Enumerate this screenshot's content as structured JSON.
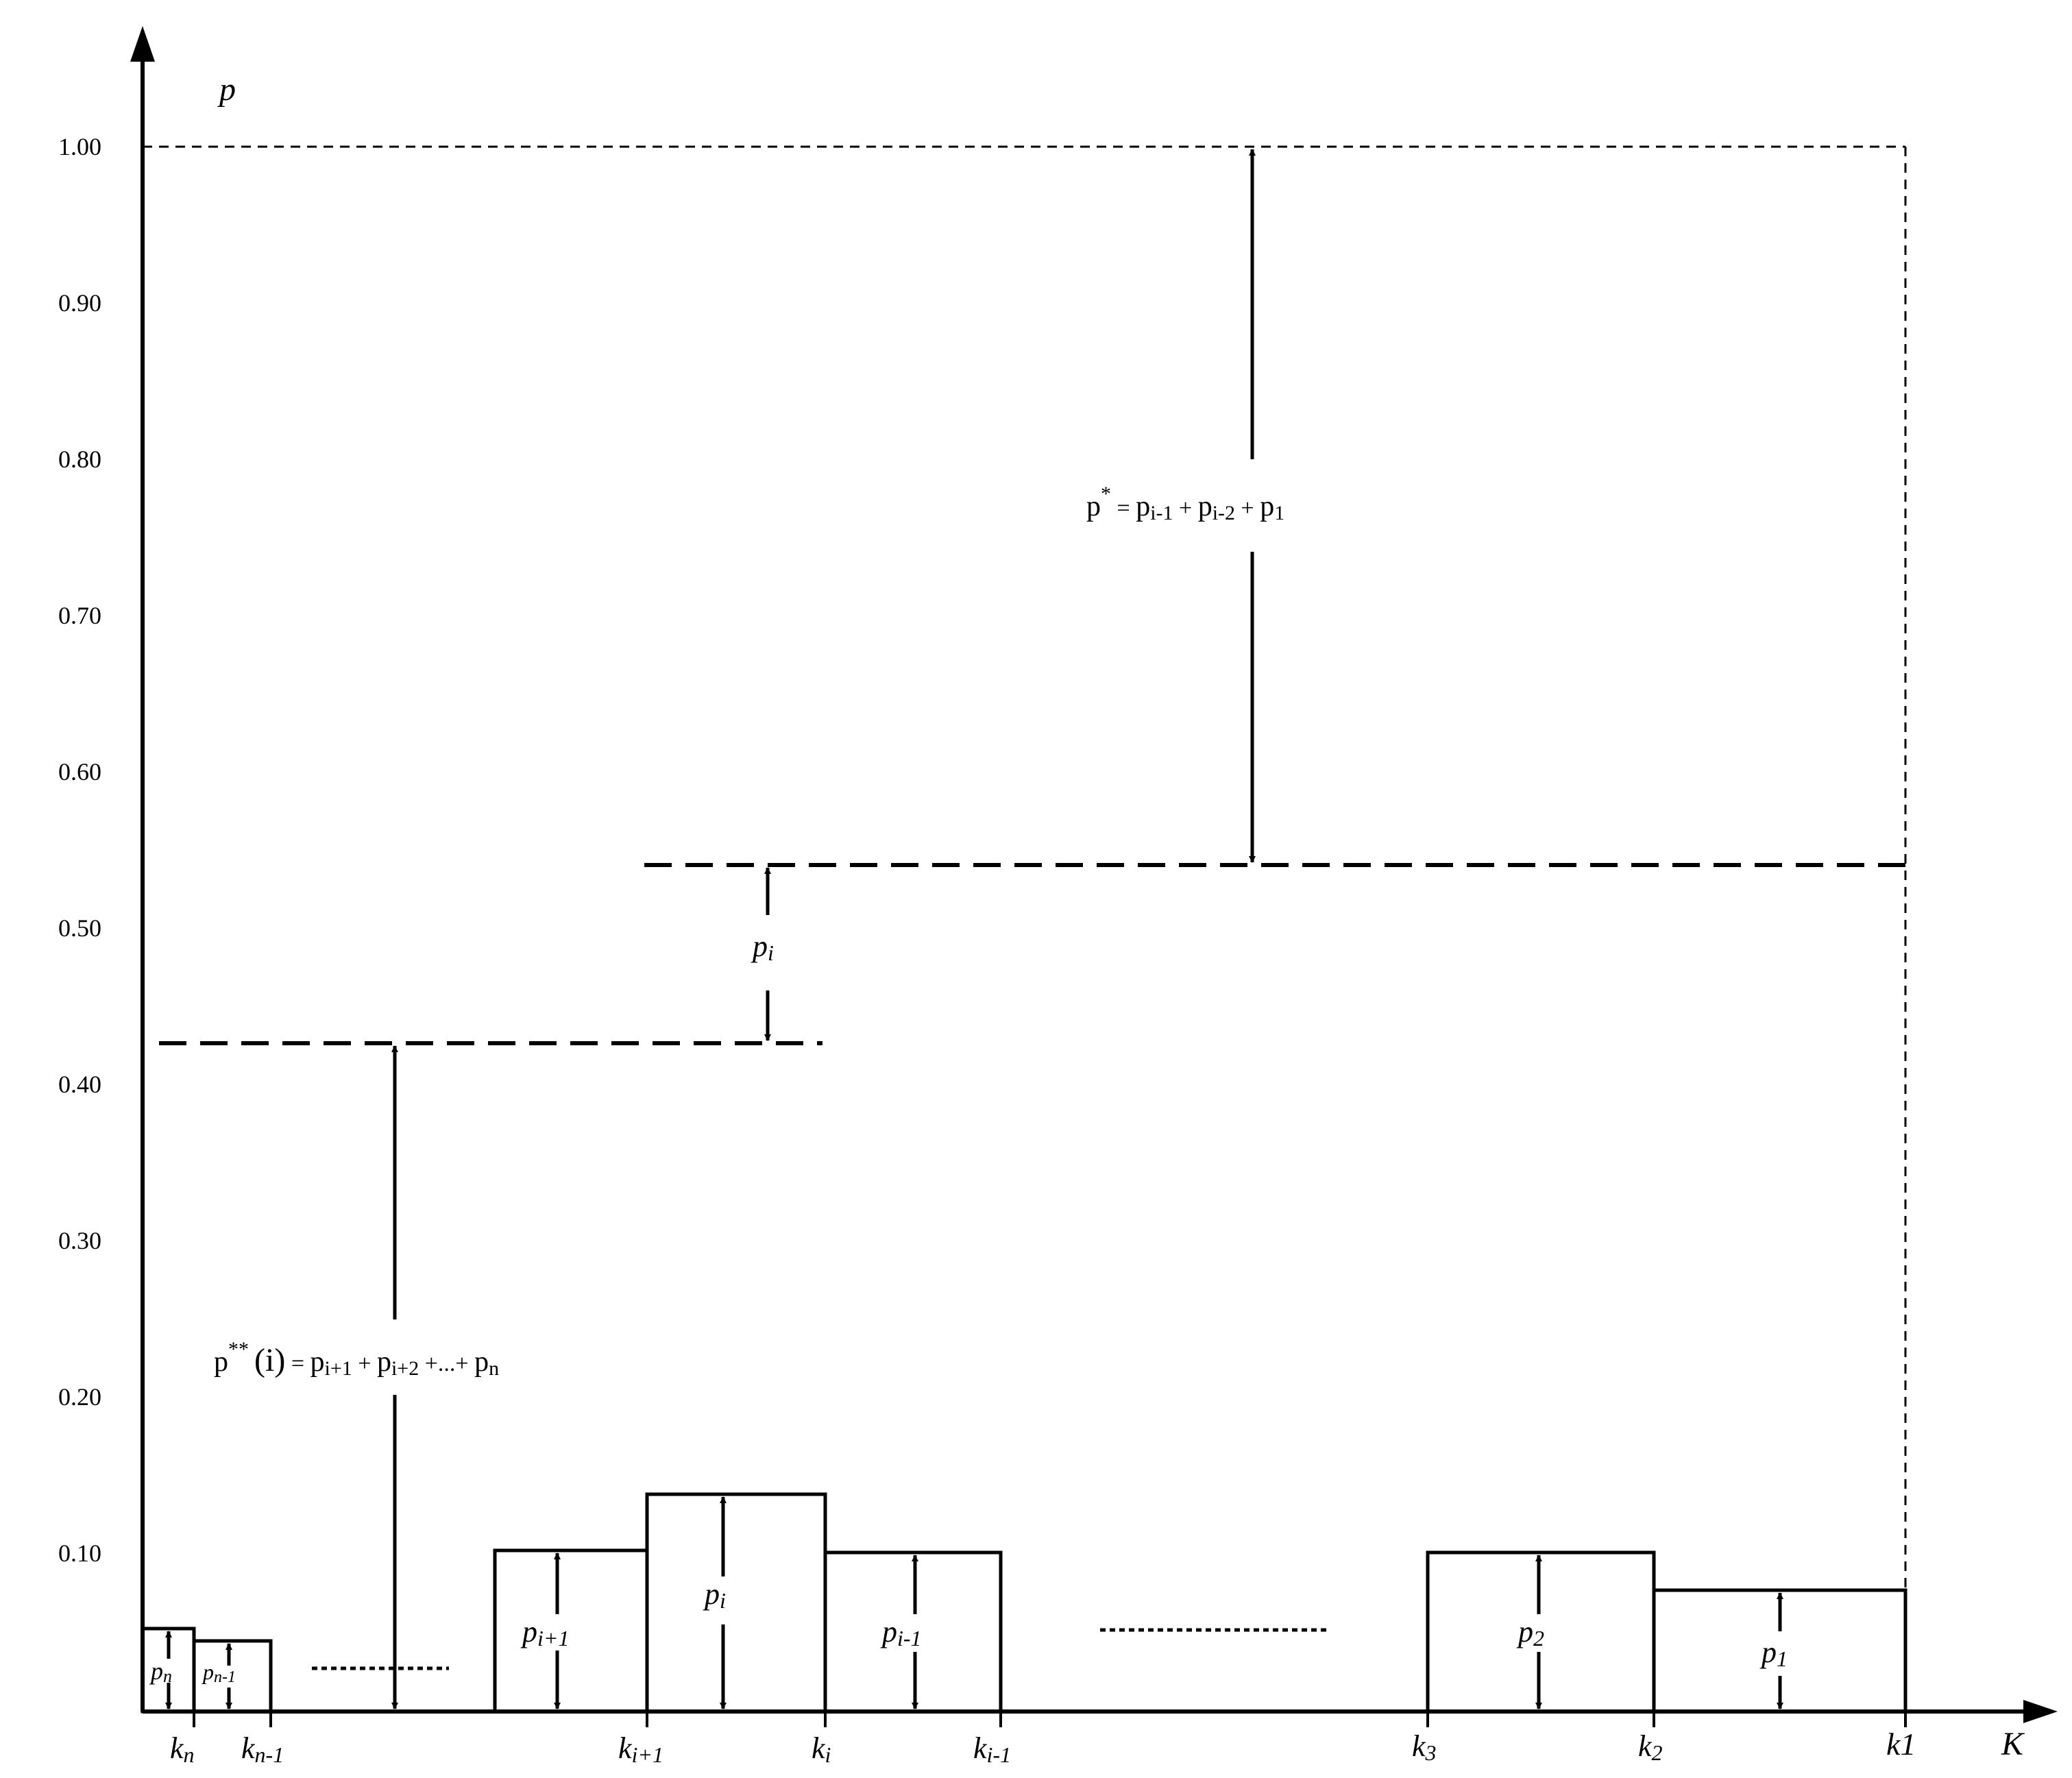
{
  "axes": {
    "y_label": "p",
    "x_label": "K",
    "y_ticks": [
      "1.00",
      "0.90",
      "0.80",
      "0.70",
      "0.60",
      "0.50",
      "0.40",
      "0.30",
      "0.20",
      "0.10"
    ]
  },
  "k_labels": {
    "kn": "k",
    "kn_sub": "n",
    "kn1": "k",
    "kn1_sub": "n-1",
    "ki1": "k",
    "ki1_sub": "i+1",
    "ki": "k",
    "ki_sub": "i",
    "kim1": "k",
    "kim1_sub": "i-1",
    "k3": "k",
    "k3_sub": "3",
    "k2": "k",
    "k2_sub": "2",
    "k1": "k1"
  },
  "bar_labels": {
    "pn": "p",
    "pn_sub": "n",
    "pn1": "p",
    "pn1_sub": "n-1",
    "pi1": "p",
    "pi1_sub": "i+1",
    "pi": "p",
    "pi_sub": "i",
    "pim1": "p",
    "pim1_sub": "i-1",
    "p2": "p",
    "p2_sub": "2",
    "p1": "p",
    "p1_sub": "1",
    "pi_gap": "p",
    "pi_gap_sub": "i"
  },
  "formulas": {
    "p_star": {
      "p": "p",
      "sup": "*",
      "eq": " = ",
      "t1": "p",
      "t1_sub": "i-1",
      "plus1": " + ",
      "t2": "p",
      "t2_sub": "i-2",
      "plus2": " + ",
      "t3": "p",
      "t3_sub": "1"
    },
    "p_double_star": {
      "p": "p",
      "sup": "**",
      "arg": "(i)",
      "eq": " = ",
      "t1": "p",
      "t1_sub": "i+1",
      "plus1": " + ",
      "t2": "p",
      "t2_sub": "i+2",
      "plus2": " +...+ ",
      "t3": "p",
      "t3_sub": "n"
    }
  }
}
